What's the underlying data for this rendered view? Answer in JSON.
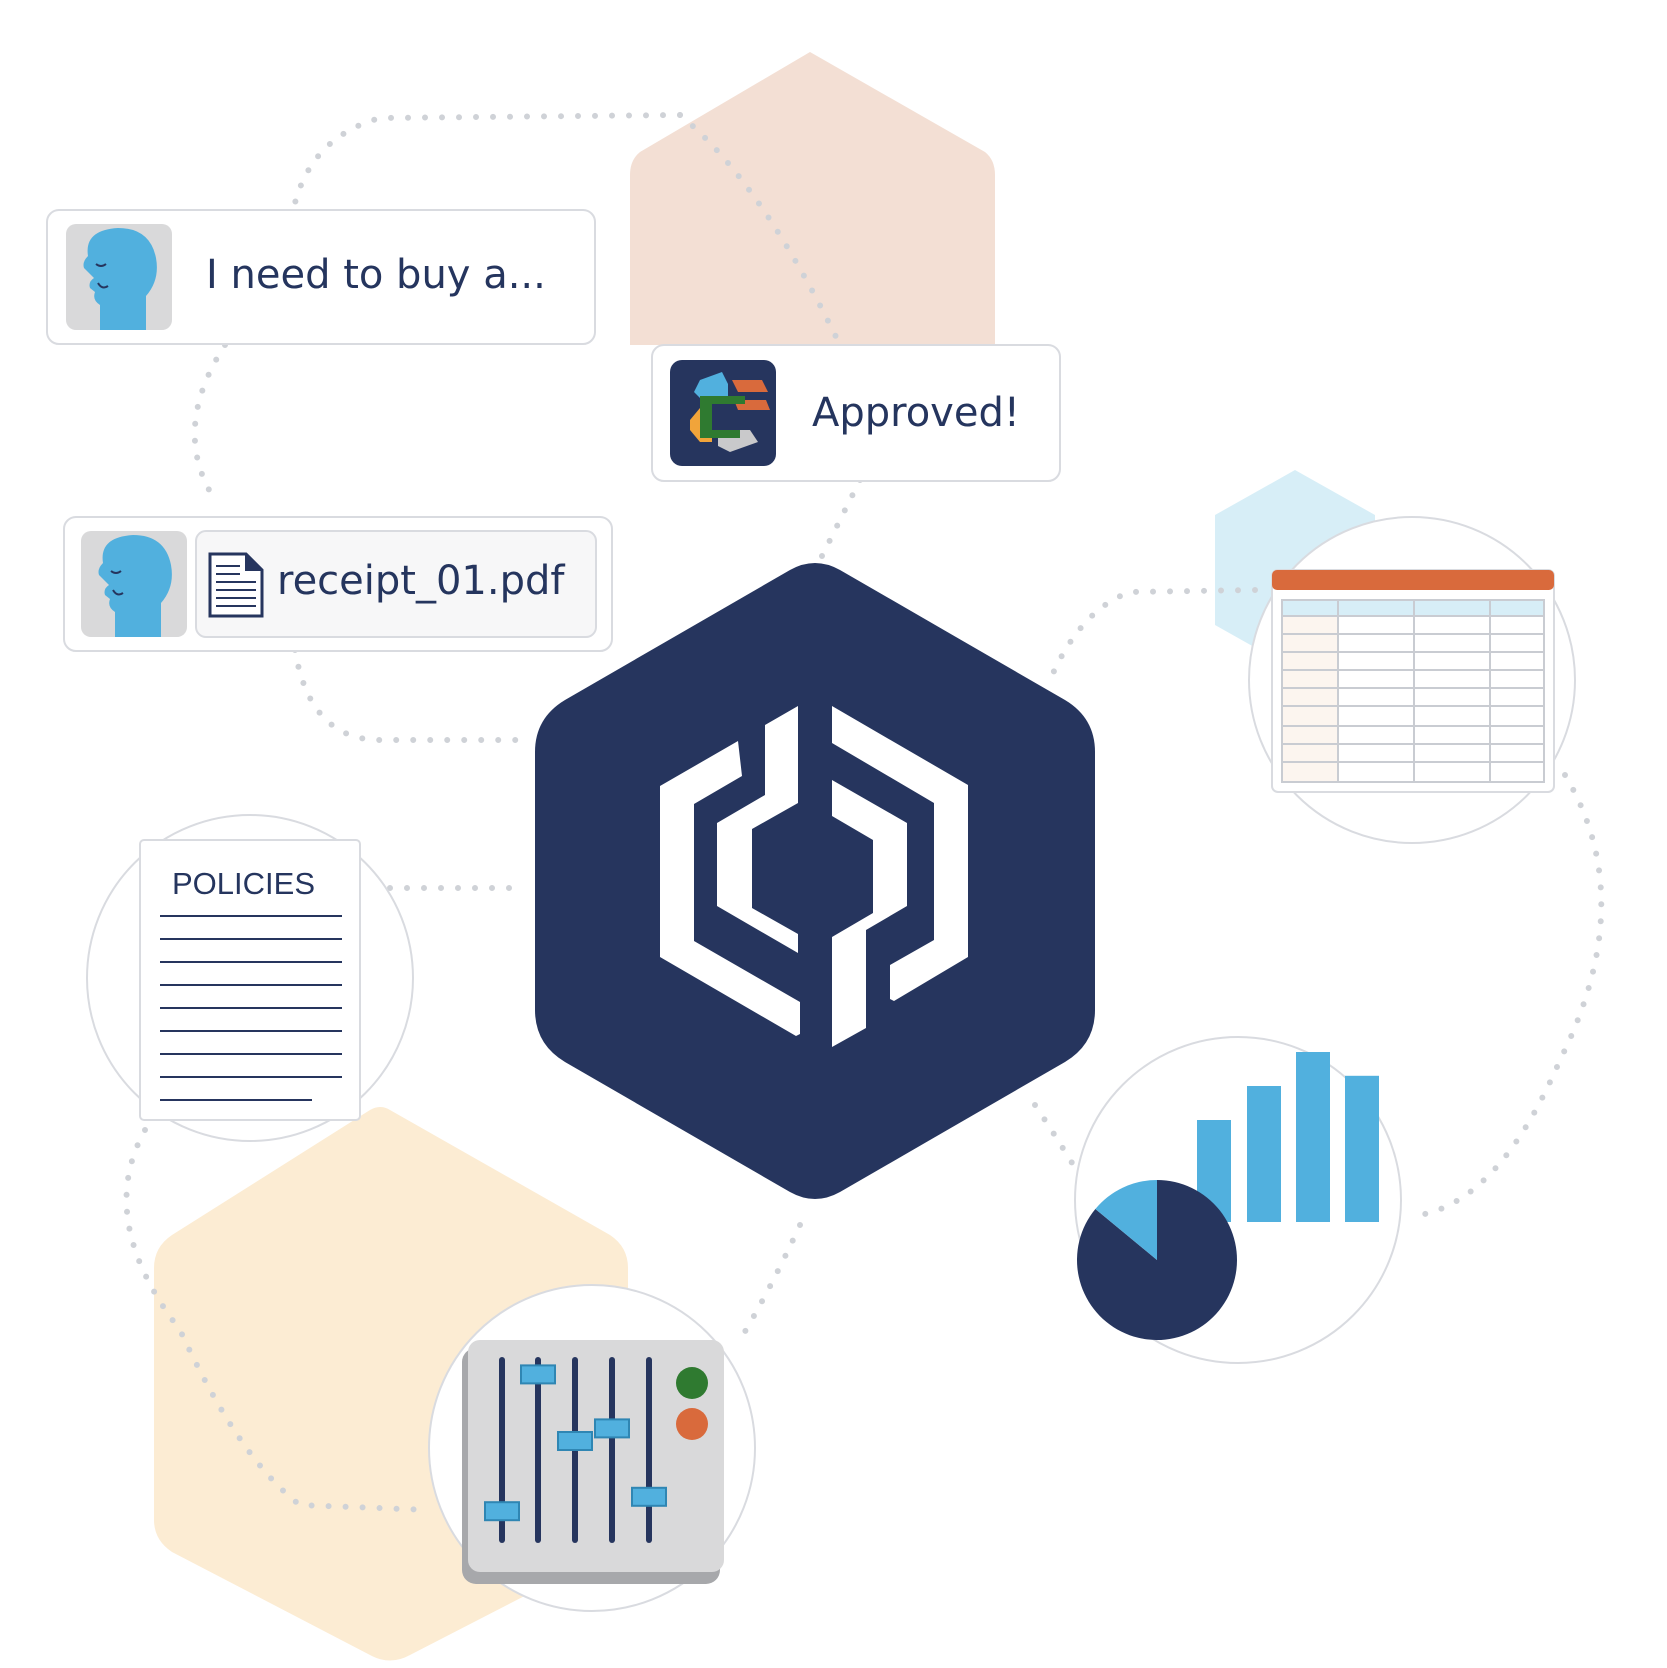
{
  "messages": {
    "request_text": "I need to buy a...",
    "approval_text": "Approved!",
    "attachment_filename": "receipt_01.pdf"
  },
  "policies_doc": {
    "title": "POLICIES"
  },
  "colors": {
    "navy": "#26355e",
    "blue": "#51b0de",
    "orange": "#d96a3c",
    "green": "#2f7a30",
    "peach_hex": "#f3dfd4",
    "cream_hex": "#fcecd3",
    "lightblue_hex": "#d7eef7",
    "dotted_line": "#cfd2d7"
  },
  "chart_data": {
    "type": "bar",
    "categories": [
      "",
      "",
      "",
      ""
    ],
    "values": [
      3,
      4,
      5,
      4.3
    ],
    "ylim": [
      0,
      5
    ],
    "title": "",
    "xlabel": "",
    "ylabel": "",
    "pie": {
      "slices": [
        0.86,
        0.14
      ]
    }
  },
  "mixer": {
    "slider_levels": [
      0.16,
      0.92,
      0.55,
      0.62,
      0.24
    ]
  }
}
